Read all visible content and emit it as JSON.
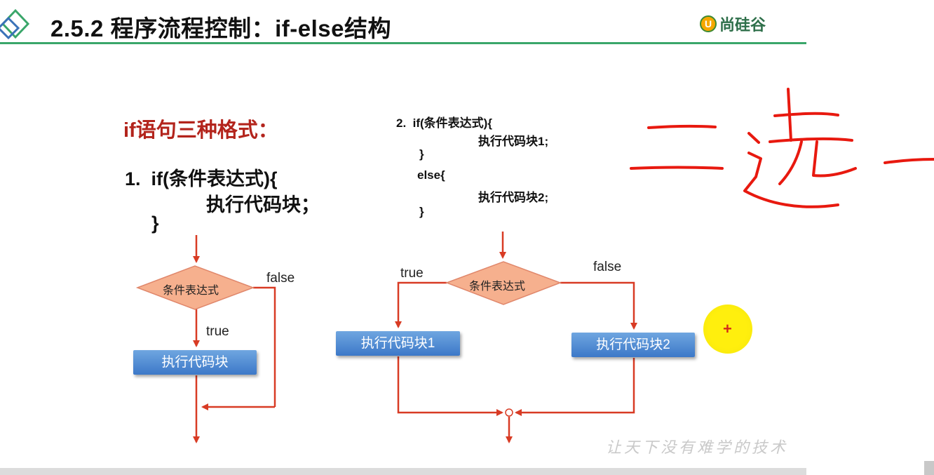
{
  "header": {
    "title": "2.5.2 程序流程控制：if-else结构",
    "logo_mark": "U",
    "logo_text": "尚硅谷"
  },
  "formats": {
    "title": "if语句三种格式：",
    "format1": [
      "1.  if(条件表达式){",
      "执行代码块；",
      "}"
    ],
    "format2": [
      "2.  if(条件表达式){",
      "执行代码块1;",
      "}",
      "else{",
      "执行代码块2;",
      "}"
    ]
  },
  "flow1": {
    "condition": "条件表达式",
    "true_label": "true",
    "false_label": "false",
    "block": "执行代码块"
  },
  "flow2": {
    "condition": "条件表达式",
    "true_label": "true",
    "false_label": "false",
    "block1": "执行代码块1",
    "block2": "执行代码块2"
  },
  "annotation": {
    "handwritten": "二选一",
    "color": "#e8190f"
  },
  "cursor": {
    "symbol": "+"
  },
  "watermark": "让天下没有难学的技术",
  "colors": {
    "accent_line": "#3aa66a",
    "title_red": "#b3241c",
    "arrow_red": "#d83b24",
    "diamond_fill": "#f6b08e",
    "box_blue": "#4a86d0"
  }
}
